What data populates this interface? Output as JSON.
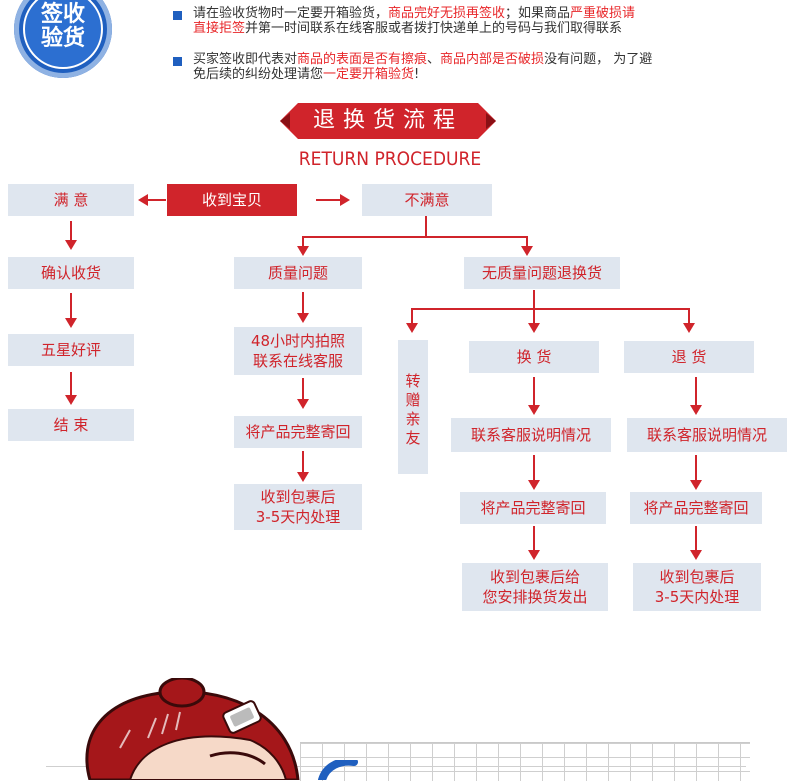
{
  "badge": {
    "line1": "签收",
    "line2": "验货"
  },
  "notes": [
    {
      "segments": [
        {
          "text": "请在验收货物时一定要开箱验货，",
          "red": false
        },
        {
          "text": "商品完好无损再签收",
          "red": true
        },
        {
          "text": "；如果商品",
          "red": false
        },
        {
          "text": "严重破损请",
          "red": true
        }
      ],
      "line2": [
        {
          "text": "直接拒签",
          "red": true
        },
        {
          "text": "并第一时间联系在线客服或者拨打快递单上的号码与我们取得联系",
          "red": false
        }
      ]
    },
    {
      "segments": [
        {
          "text": "买家签收即代表对",
          "red": false
        },
        {
          "text": "商品的表面是否有擦痕",
          "red": true
        },
        {
          "text": "、",
          "red": false
        },
        {
          "text": "商品内部是否破损",
          "red": true
        },
        {
          "text": "没有问题， 为了避",
          "red": false
        }
      ],
      "line2": [
        {
          "text": "免后续的纠纷处理请您",
          "red": false
        },
        {
          "text": "一定要开箱验货",
          "red": true
        },
        {
          "text": "!",
          "red": false
        }
      ]
    }
  ],
  "title": "退换货流程",
  "subtitle": "RETURN PROCEDURE",
  "flow": {
    "received": "收到宝贝",
    "satisfied": "满 意",
    "unsatisfied": "不满意",
    "confirm": "确认收货",
    "five_star": "五星好评",
    "end": "结 束",
    "quality_issue": "质量问题",
    "photo": "48小时内拍照\n联系在线客服",
    "send_back": "将产品完整寄回",
    "refund_process": "收到包裹后\n3-5天内处理",
    "no_quality_issue": "无质量问题退换货",
    "gift": "转\n赠\n亲\n友",
    "exchange": "换 货",
    "return": "退 货",
    "contact1": "联系客服说明情况",
    "contact2": "联系客服说明情况",
    "send_back2": "将产品完整寄回",
    "send_back3": "将产品完整寄回",
    "exchange_ship": "收到包裹后给\n您安排换货发出",
    "return_process": "收到包裹后\n3-5天内处理"
  },
  "colors": {
    "accent": "#d0242b",
    "box": "#dfe6ef",
    "brand_blue": "#1f5fbf"
  }
}
